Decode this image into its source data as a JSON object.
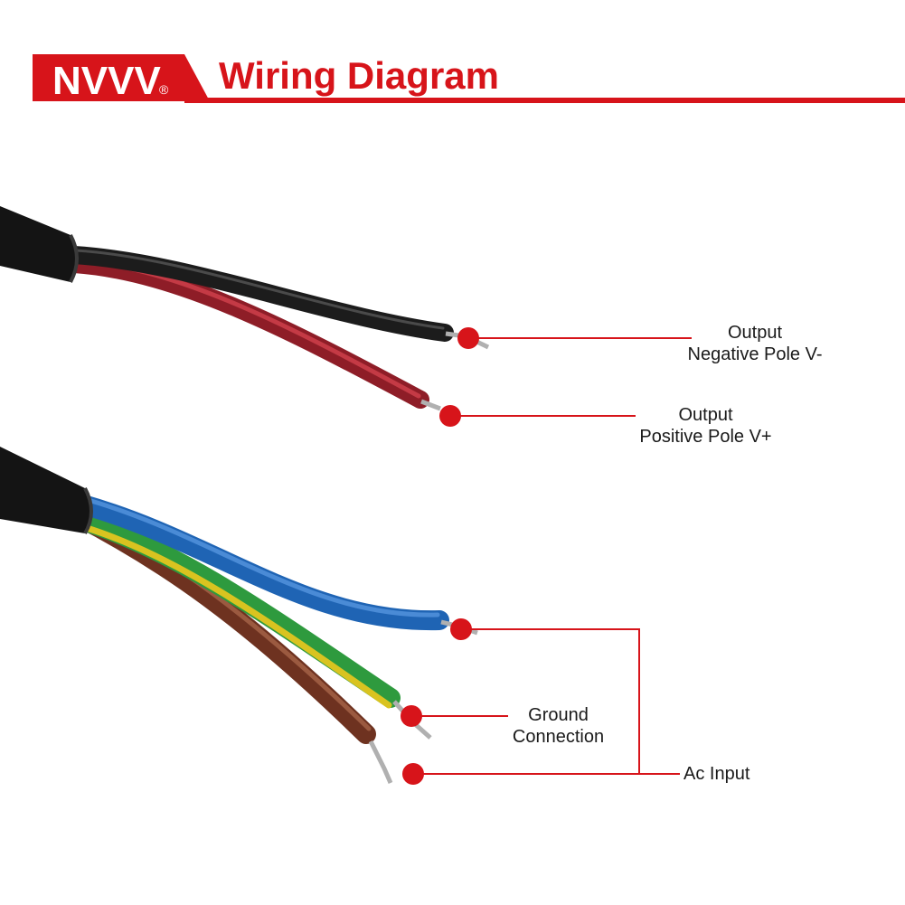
{
  "header": {
    "brand": "NVVV",
    "brand_mark": "®",
    "title": "Wiring Diagram",
    "accent_color": "#d7141a"
  },
  "labels": {
    "output_negative": {
      "line1": "Output",
      "line2": "Negative Pole V-"
    },
    "output_positive": {
      "line1": "Output",
      "line2": "Positive Pole V+"
    },
    "ground": {
      "line1": "Ground",
      "line2": "Connection"
    },
    "ac_input": {
      "line1": "Ac Input"
    }
  },
  "wires": {
    "dc_cable": [
      "black",
      "red"
    ],
    "ac_cable": [
      "blue",
      "green-yellow",
      "brown"
    ]
  },
  "colors": {
    "accent": "#d7141a",
    "cable_jacket": "#141414",
    "wire_black": "#1c1c1c",
    "wire_red": "#a8232e",
    "wire_blue": "#1f64b4",
    "wire_green": "#2e9a3e",
    "wire_yellow": "#d9c320",
    "wire_brown": "#7a3b26",
    "copper": "#b0b0b0"
  }
}
